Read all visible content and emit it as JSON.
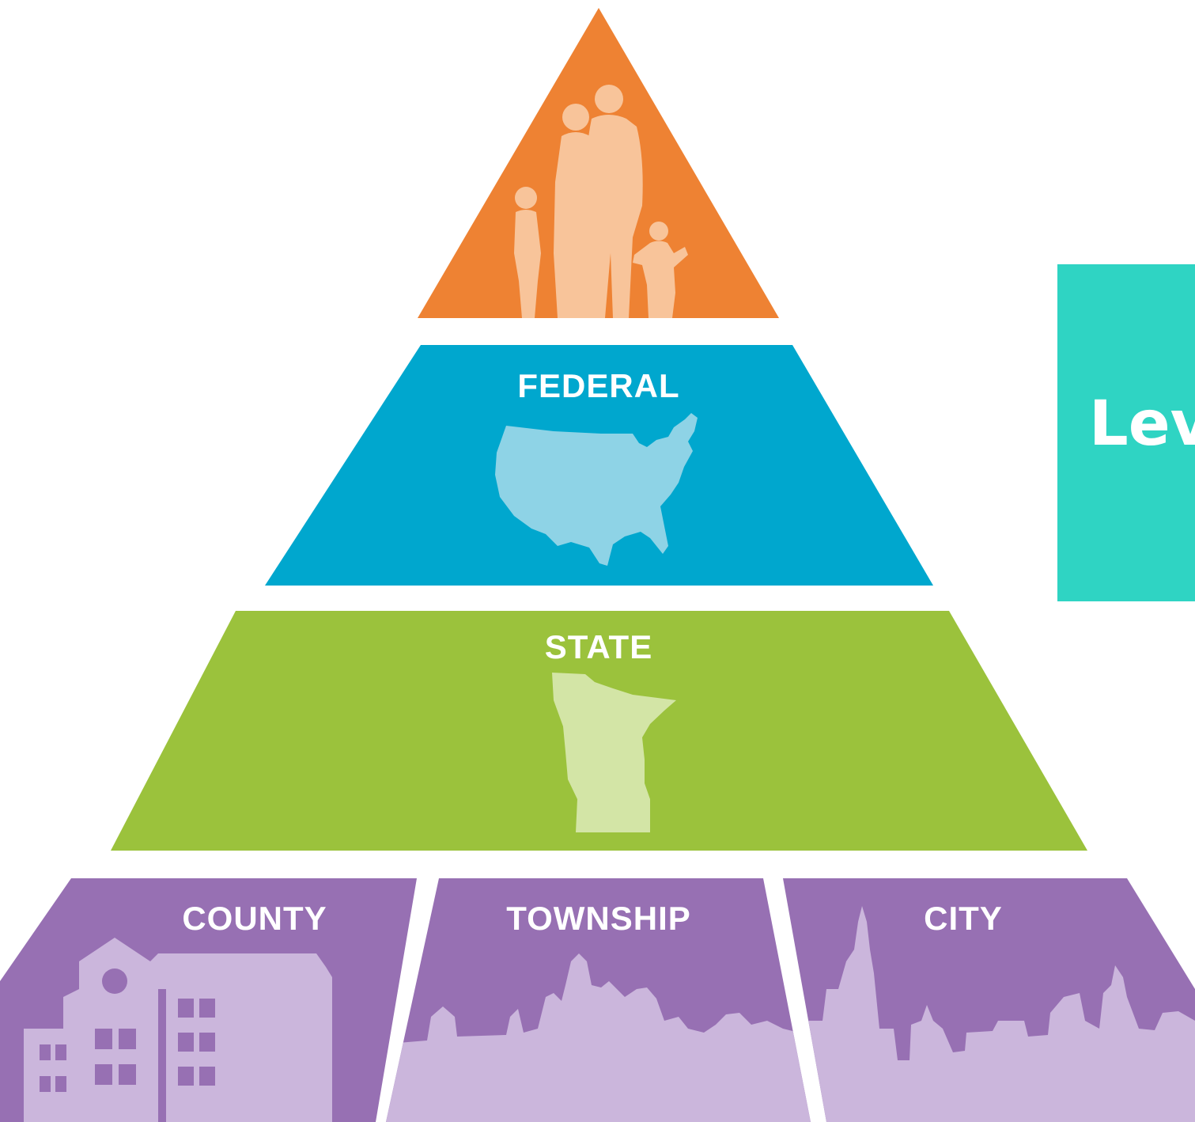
{
  "tiers": {
    "top": {
      "color": "#EE8233",
      "silhouette_color": "#F8C49A",
      "icon": "family-icon"
    },
    "federal": {
      "label": "FEDERAL",
      "color": "#00A7CE",
      "silhouette_color": "#8ED3E6",
      "icon": "usa-map-icon"
    },
    "state": {
      "label": "STATE",
      "color": "#9BC23C",
      "silhouette_color": "#D3E5A6",
      "icon": "minnesota-map-icon"
    },
    "local": [
      {
        "label": "COUNTY",
        "icon": "county-building-icon"
      },
      {
        "label": "TOWNSHIP",
        "icon": "township-skyline-icon"
      },
      {
        "label": "CITY",
        "icon": "city-skyline-icon"
      }
    ],
    "local_color": "#9770B3",
    "local_silhouette_color": "#CBB6DC"
  },
  "side_banner": {
    "text": "Lev",
    "color": "#2FD4C3"
  }
}
